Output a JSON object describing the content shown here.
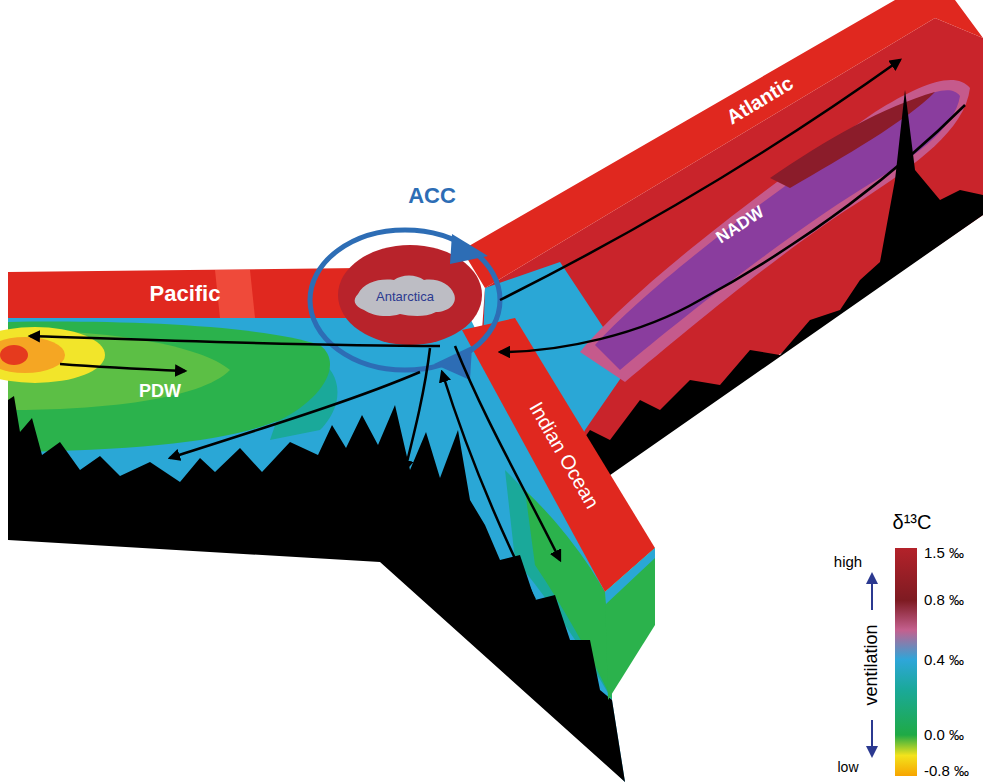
{
  "diagram": {
    "nodes": [
      {
        "text": [
          "Antarctica"
        ]
      }
    ],
    "labels": [
      "ACC",
      "Pacific",
      "Atlantic",
      "Indian Ocean",
      "NADW",
      "PDW",
      "δ¹³C",
      "high",
      "ventilation",
      "low",
      "1.5 ‰",
      "0.8 ‰",
      "0.4 ‰",
      "0.0 ‰",
      "-0.8 ‰"
    ]
  }
}
